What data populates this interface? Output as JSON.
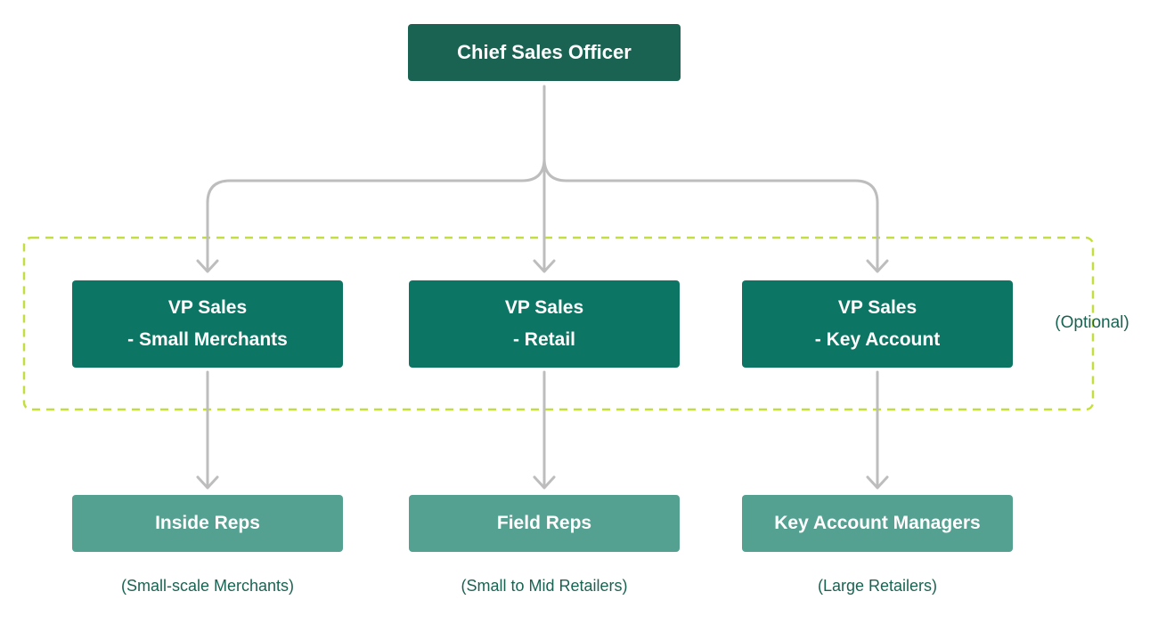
{
  "chart_data": {
    "type": "org-chart",
    "root": {
      "label": "Chief Sales Officer"
    },
    "vps": [
      {
        "line1": "VP Sales",
        "line2": "- Small Merchants"
      },
      {
        "line1": "VP Sales",
        "line2": "- Retail"
      },
      {
        "line1": "VP Sales",
        "line2": "- Key Account"
      }
    ],
    "optional_label": "(Optional)",
    "reps": [
      {
        "label": "Inside Reps",
        "caption": "(Small-scale Merchants)"
      },
      {
        "label": "Field Reps",
        "caption": "(Small to Mid Retailers)"
      },
      {
        "label": "Key Account Managers",
        "caption": "(Large Retailers)"
      }
    ],
    "colors": {
      "root": "#1a6352",
      "vp": "#0d7563",
      "rep": "#54a192",
      "connector": "#bdbdbd",
      "optional_border": "#c5de3f",
      "caption_text": "#1a6352"
    }
  }
}
